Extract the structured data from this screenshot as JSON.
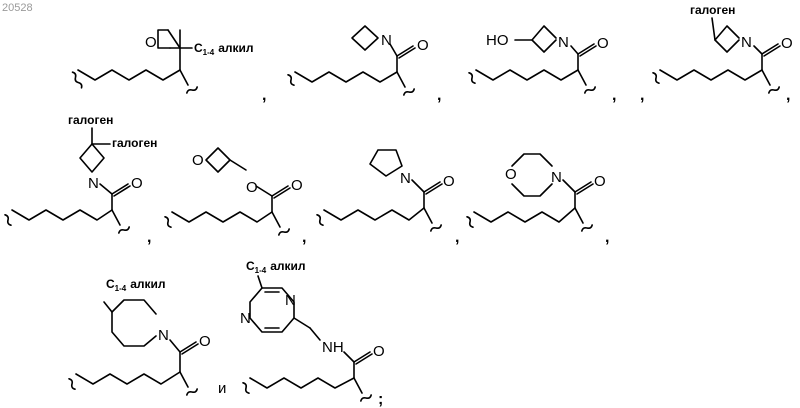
{
  "page_id": "20528",
  "atoms": {
    "oxygen": "O",
    "nitrogen": "N",
    "hydroxyl": "HO",
    "amide_nh": "NH"
  },
  "labels": {
    "c14_prefix": "C",
    "c14_sub": "1-4",
    "alkyl": "алкил",
    "halogen": "галоген"
  },
  "separators": {
    "comma": ",",
    "semicolon": ";"
  },
  "conjunction": "и",
  "structures": [
    {
      "id": "oxetane-c14-alkyl"
    },
    {
      "id": "azetidine-amide"
    },
    {
      "id": "hydroxyazetidine-amide"
    },
    {
      "id": "haloazetidine-amide"
    },
    {
      "id": "dihaloazetidine-amide"
    },
    {
      "id": "oxetanyl-ester"
    },
    {
      "id": "pyrrolidine-amide"
    },
    {
      "id": "morpholine-amide"
    },
    {
      "id": "methylpiperazine-amide"
    },
    {
      "id": "pyrazinylmethyl-amide"
    }
  ]
}
